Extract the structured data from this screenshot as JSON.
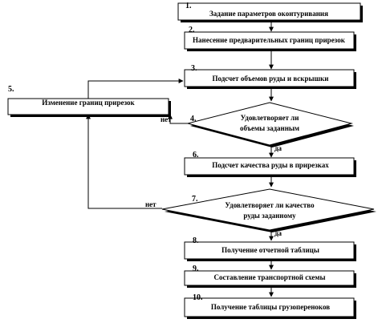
{
  "flowchart": {
    "steps": [
      {
        "number": "1.",
        "label": "Задание параметров оконтуривания"
      },
      {
        "number": "2.",
        "label": "Нанесение предварительных границ прирезок"
      },
      {
        "number": "3.",
        "label": "Подсчет объемов руды и вскрышки"
      },
      {
        "number": "4.",
        "label_line1": "Удовлетворяет ли",
        "label_line2": "объемы заданным"
      },
      {
        "number": "5.",
        "label": "Изменение границ прирезок"
      },
      {
        "number": "6.",
        "label": "Подсчет качества руды в прирезках"
      },
      {
        "number": "7.",
        "label_line1": "Удовлетворяет ли качество",
        "label_line2": "руды заданному"
      },
      {
        "number": "8.",
        "label": "Получение отчетной таблицы"
      },
      {
        "number": "9.",
        "label": "Составление транспортной схемы"
      },
      {
        "number": "10.",
        "label": "Получение таблицы грузопереноков"
      }
    ],
    "yes_label": "да",
    "no_label": "нет"
  }
}
